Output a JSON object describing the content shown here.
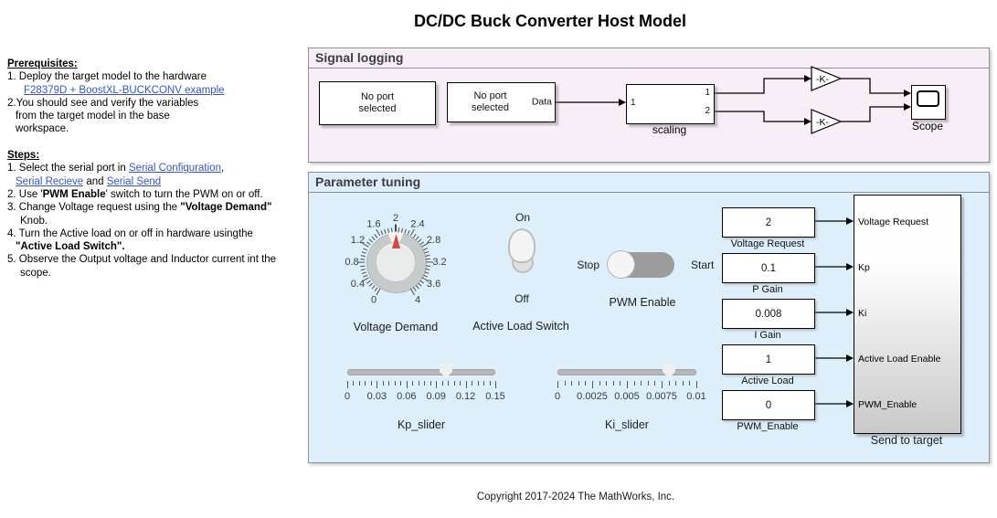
{
  "title": "DC/DC Buck Converter Host Model",
  "copyright": "Copyright 2017-2024 The MathWorks, Inc.",
  "colors": {
    "signal_logging_bg": "#f7eef7",
    "parameter_tuning_bg": "#ddeffa",
    "link_blue": "#3355cc",
    "needle_red": "#cf4a45"
  },
  "instructions": {
    "lines": [
      {
        "segs": [
          {
            "t": "Prerequisites:",
            "s": "hu"
          }
        ]
      },
      {
        "segs": [
          {
            "t": "1. Deploy the target model to the hardware",
            "s": "p"
          }
        ]
      },
      {
        "ind": 18,
        "segs": [
          {
            "t": "F28379D + BoostXL-BUCKCONV example",
            "s": "a"
          }
        ]
      },
      {
        "segs": [
          {
            "t": "2.You should see and verify the variables",
            "s": "p"
          }
        ]
      },
      {
        "ind": 9,
        "segs": [
          {
            "t": "from the target model in the base",
            "s": "p"
          }
        ]
      },
      {
        "ind": 9,
        "segs": [
          {
            "t": "workspace.",
            "s": "p"
          }
        ]
      },
      {
        "blank": true
      },
      {
        "segs": [
          {
            "t": "Steps:",
            "s": "hu"
          }
        ]
      },
      {
        "segs": [
          {
            "t": "1. Select the serial port in ",
            "s": "p"
          },
          {
            "t": "Serial Configuration",
            "s": "a"
          },
          {
            "t": ",",
            "s": "p"
          }
        ]
      },
      {
        "ind": 9,
        "segs": [
          {
            "t": "Serial Recieve",
            "s": "a"
          },
          {
            "t": " and ",
            "s": "p"
          },
          {
            "t": "Serial Send",
            "s": "a"
          }
        ]
      },
      {
        "segs": [
          {
            "t": "2. Use '",
            "s": "p"
          },
          {
            "t": "PWM Enable",
            "s": "b"
          },
          {
            "t": "' switch to turn the PWM on or off.",
            "s": "p"
          }
        ]
      },
      {
        "segs": [
          {
            "t": "3. Change Voltage request using the ",
            "s": "p"
          },
          {
            "t": "\"Voltage Demand\"",
            "s": "b"
          }
        ]
      },
      {
        "ind": 14,
        "segs": [
          {
            "t": "Knob.",
            "s": "p"
          }
        ]
      },
      {
        "segs": [
          {
            "t": "4. Turn the Active load on or off in hardware usingthe",
            "s": "p"
          }
        ]
      },
      {
        "ind": 9,
        "segs": [
          {
            "t": "\"Active Load Switch\".",
            "s": "b"
          }
        ]
      },
      {
        "segs": [
          {
            "t": "5. Observe the Output voltage and Inductor current int the",
            "s": "p"
          }
        ]
      },
      {
        "ind": 14,
        "segs": [
          {
            "t": "scope.",
            "s": "p"
          }
        ]
      }
    ]
  },
  "signal_logging": {
    "title": "Signal logging",
    "blocks": {
      "serial_config": {
        "label": "No port selected"
      },
      "serial_receive": {
        "label": "No port selected",
        "out_port": "Data"
      },
      "scaling": {
        "label": "scaling",
        "in_port": "1",
        "out_ports": [
          "1",
          "2"
        ]
      },
      "gain1": {
        "label": "-K-"
      },
      "gain2": {
        "label": "-K-"
      },
      "scope": {
        "label": "Scope"
      }
    }
  },
  "parameter_tuning": {
    "title": "Parameter tuning",
    "knob": {
      "caption": "Voltage Demand",
      "labels": [
        "0",
        "0.4",
        "0.8",
        "1.2",
        "1.6",
        "2",
        "2.4",
        "2.8",
        "3.2",
        "3.6",
        "4"
      ],
      "min": 0,
      "max": 4,
      "value": 2
    },
    "active_load_switch": {
      "caption": "Active Load Switch",
      "on_label": "On",
      "off_label": "Off",
      "state": "On"
    },
    "pwm_switch": {
      "caption": "PWM Enable",
      "left_label": "Stop",
      "right_label": "Start",
      "state": "Stop"
    },
    "fields": [
      {
        "value": "2",
        "label": "Voltage Request"
      },
      {
        "value": "0.1",
        "label": "P Gain"
      },
      {
        "value": "0.008",
        "label": "I Gain"
      },
      {
        "value": "1",
        "label": "Active Load"
      },
      {
        "value": "0",
        "label": "PWM_Enable"
      }
    ],
    "send_block": {
      "caption": "Send to target",
      "ports": [
        "Voltage Request",
        "Kp",
        "Ki",
        "Active Load Enable",
        "PWM_Enable"
      ]
    },
    "sliders": [
      {
        "caption": "Kp_slider",
        "ticks": [
          "0",
          "0.03",
          "0.06",
          "0.09",
          "0.12",
          "0.15"
        ],
        "min": 0,
        "max": 0.15,
        "value": 0.1
      },
      {
        "caption": "Ki_slider",
        "ticks": [
          "0",
          "0.0025",
          "0.005",
          "0.0075",
          "0.01"
        ],
        "min": 0,
        "max": 0.01,
        "value": 0.008
      }
    ]
  }
}
